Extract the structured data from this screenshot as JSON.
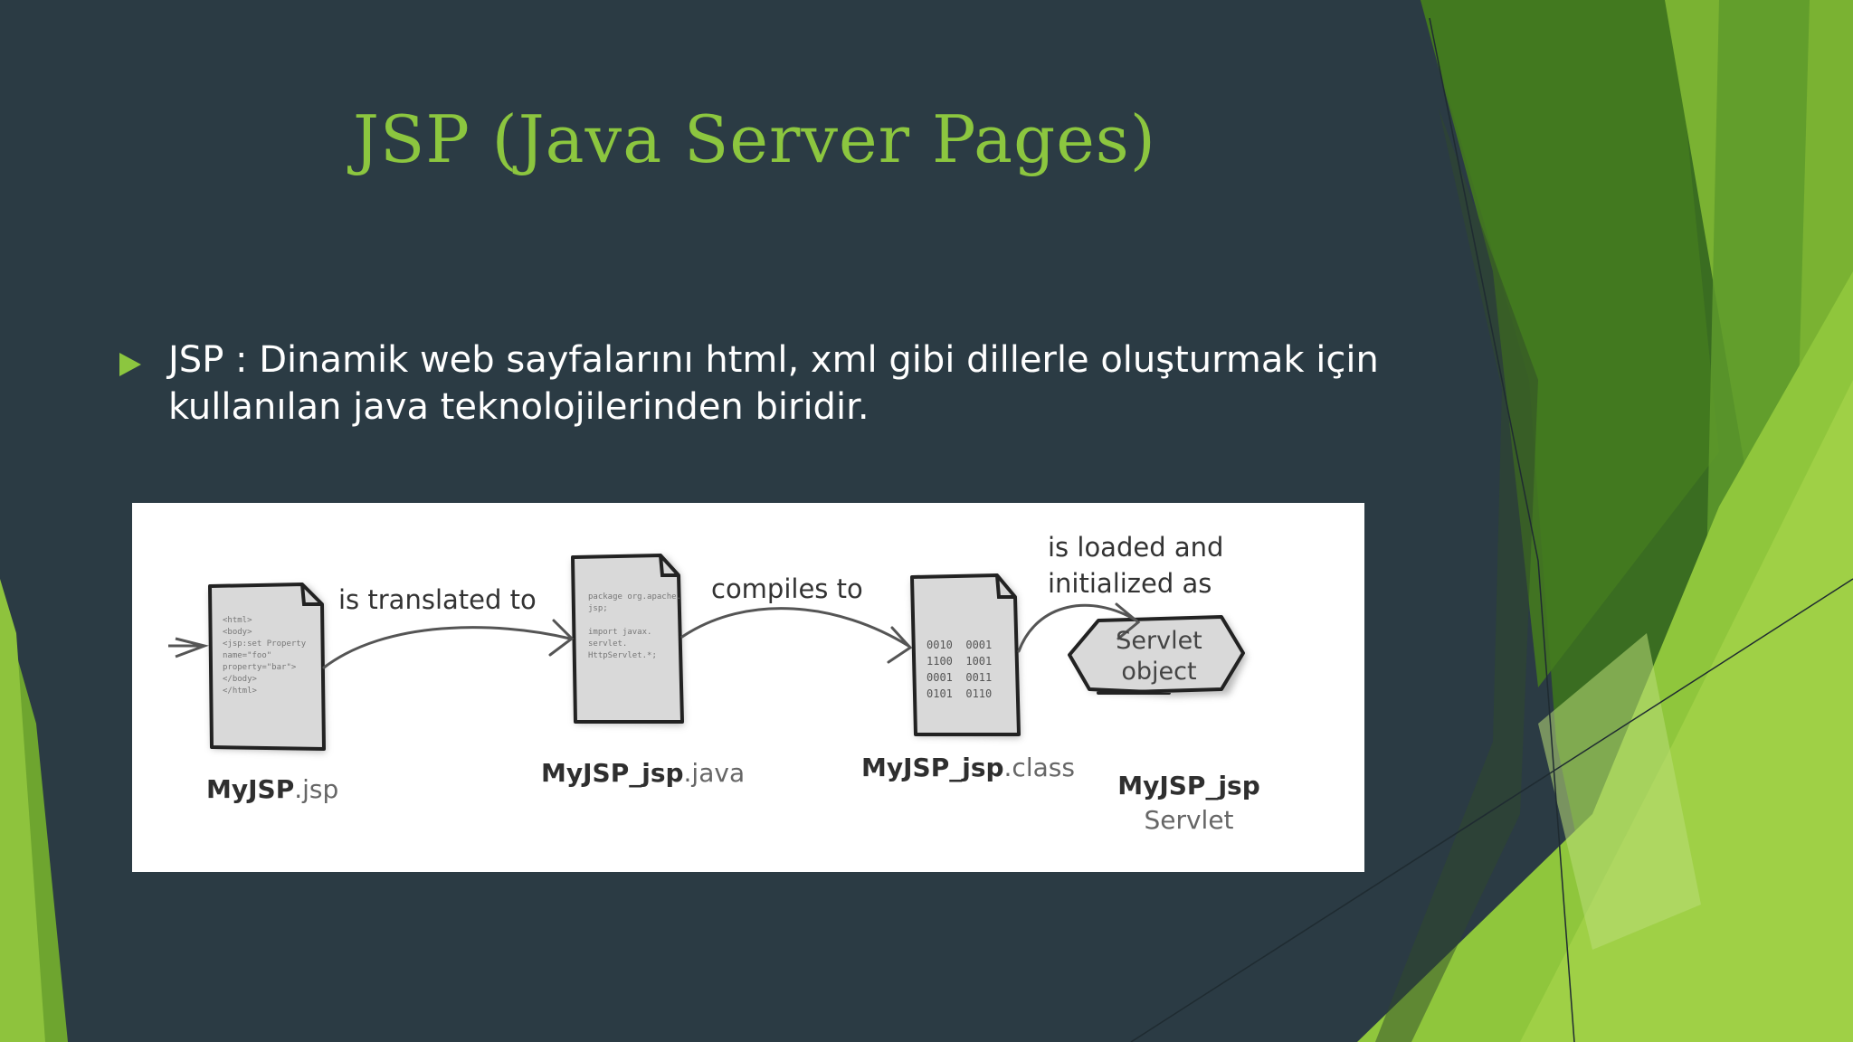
{
  "title": "JSP (Java Server Pages)",
  "bullet": {
    "text": "JSP : Dinamik web sayfalarını html, xml gibi dillerle oluşturmak için kullanılan java teknolojilerinden biridir."
  },
  "diagram": {
    "edges": {
      "translated": "is translated to",
      "compiles": "compiles to",
      "loaded_1": "is loaded and",
      "loaded_2": "initialized as"
    },
    "nodes": {
      "jsp": {
        "name": "MyJSP",
        "ext": ".jsp"
      },
      "java": {
        "name": "MyJSP_jsp",
        "ext": ".java"
      },
      "class": {
        "name": "MyJSP_jsp",
        "ext": ".class"
      },
      "servlet": {
        "shape_line1": "Servlet",
        "shape_line2": "object",
        "name": "MyJSP_jsp",
        "sub": "Servlet"
      }
    },
    "doc_code": {
      "jsp": "<html>\n<body>\n<jsp:set Property\nname=\"foo\"\nproperty=\"bar\">\n</body>\n</html>",
      "java": "package org.apache.\njsp;\n\nimport javax.\nservlet.\nHttpServlet.*;",
      "class": "0010  0001\n1100  1001\n0001  0011\n0101  0110"
    }
  },
  "colors": {
    "background": "#2b3b44",
    "accent": "#8cc63f"
  }
}
